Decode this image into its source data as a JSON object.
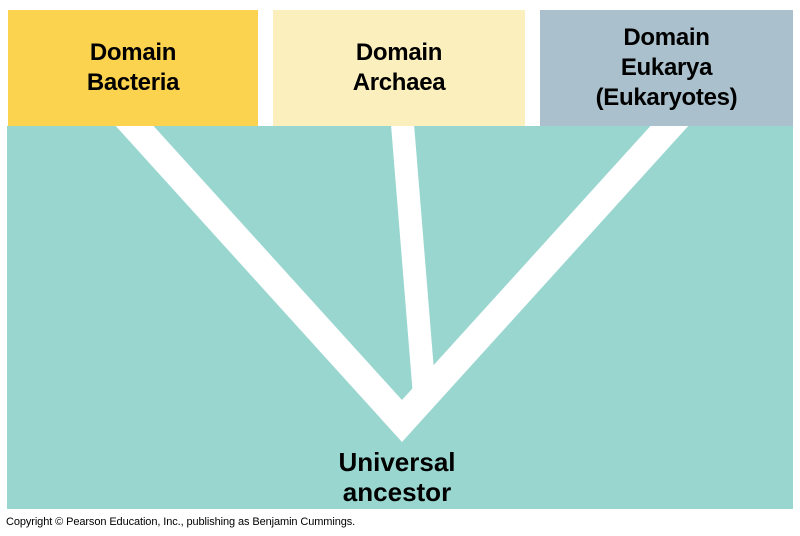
{
  "figure": {
    "title_meaning": "Three domains of life phylogenetic tree",
    "boxes": [
      {
        "id": "bacteria",
        "lines": [
          "Domain",
          "Bacteria"
        ],
        "bg": "#FCD34F"
      },
      {
        "id": "archaea",
        "lines": [
          "Domain",
          "Archaea"
        ],
        "bg": "#FBEFBD"
      },
      {
        "id": "eukarya",
        "lines": [
          "Domain",
          "Eukarya",
          "(Eukaryotes)"
        ],
        "bg": "#AAC1CD"
      }
    ],
    "root_label": {
      "lines": [
        "Universal",
        "ancestor"
      ]
    },
    "colors": {
      "page_background": "#FFFFFF",
      "tree_area": "#99D6D0",
      "branch": "#FFFFFF",
      "text": "#000000"
    },
    "footer": "Copyright © Pearson Education, Inc., publishing as Benjamin Cummings."
  }
}
